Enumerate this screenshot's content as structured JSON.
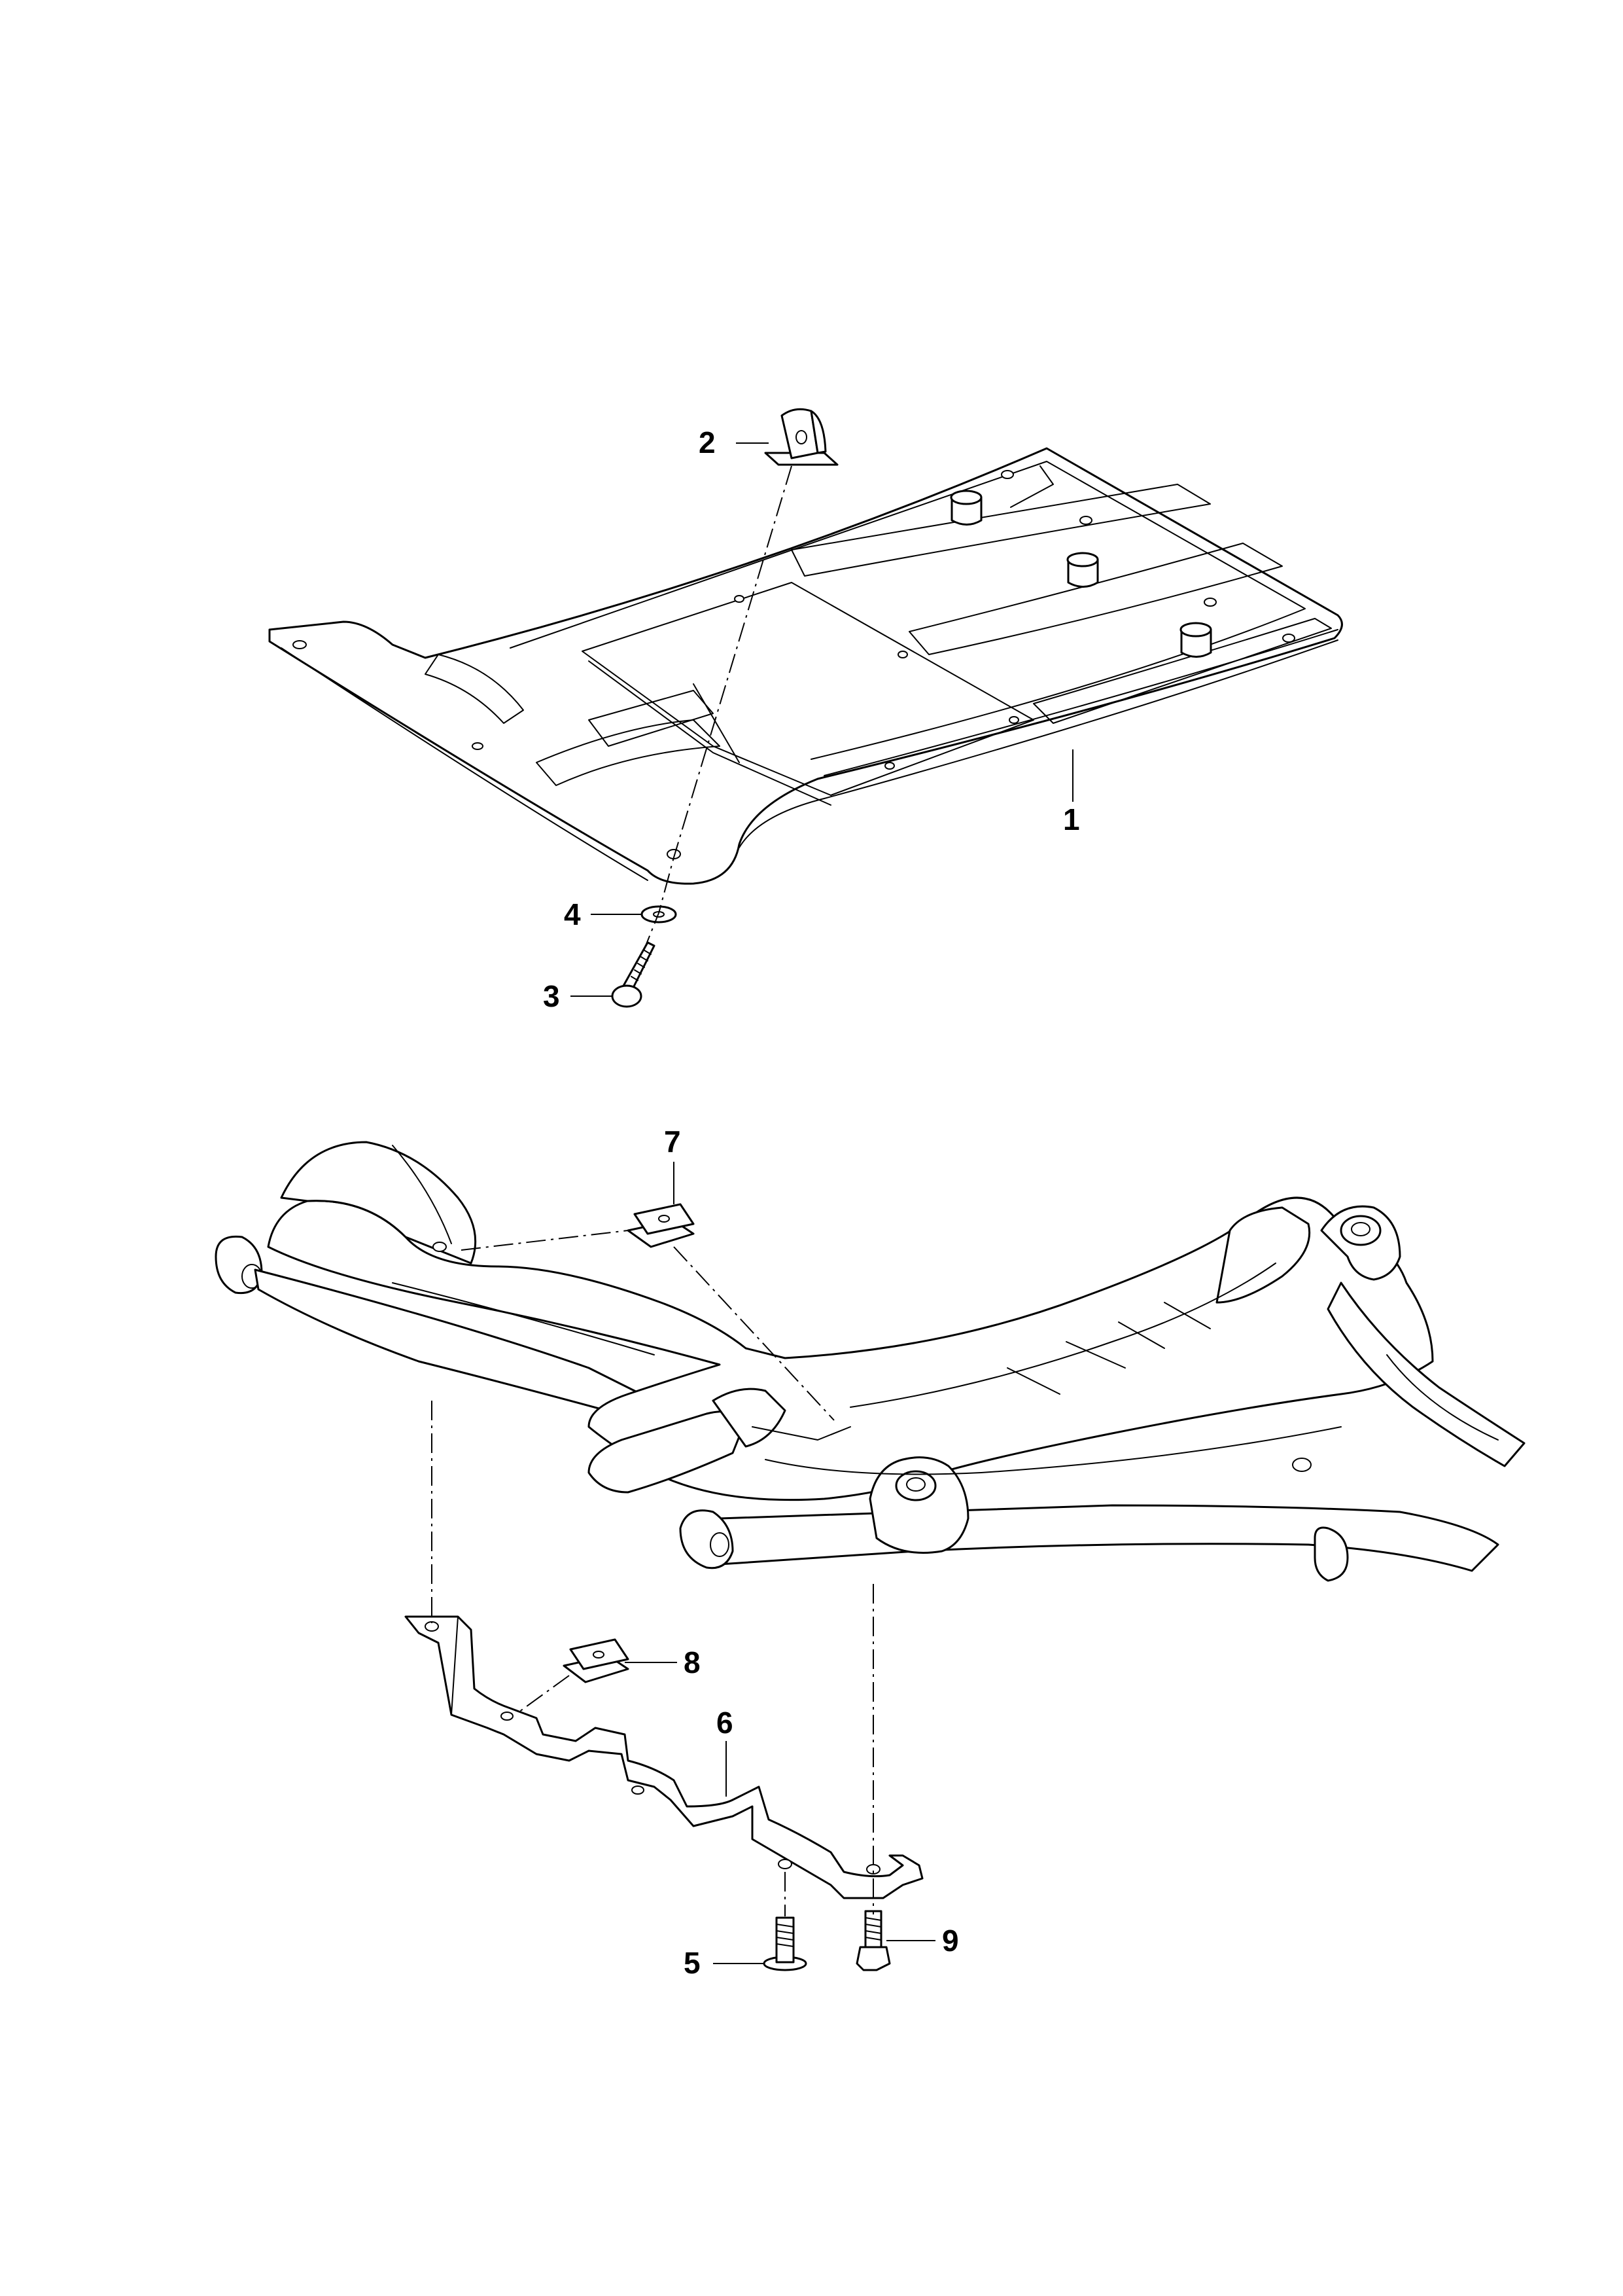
{
  "diagram": {
    "type": "exploded-parts-diagram",
    "line_color": "#000000",
    "background": "#ffffff",
    "callouts": [
      {
        "id": "1",
        "label": "1",
        "part": "underbody-shield"
      },
      {
        "id": "2",
        "label": "2",
        "part": "bracket-clip"
      },
      {
        "id": "3",
        "label": "3",
        "part": "screw"
      },
      {
        "id": "4",
        "label": "4",
        "part": "washer"
      },
      {
        "id": "5",
        "label": "5",
        "part": "bolt"
      },
      {
        "id": "6",
        "label": "6",
        "part": "support-bracket"
      },
      {
        "id": "7",
        "label": "7",
        "part": "speed-nut"
      },
      {
        "id": "8",
        "label": "8",
        "part": "speed-nut"
      },
      {
        "id": "9",
        "label": "9",
        "part": "hex-bolt"
      }
    ]
  }
}
